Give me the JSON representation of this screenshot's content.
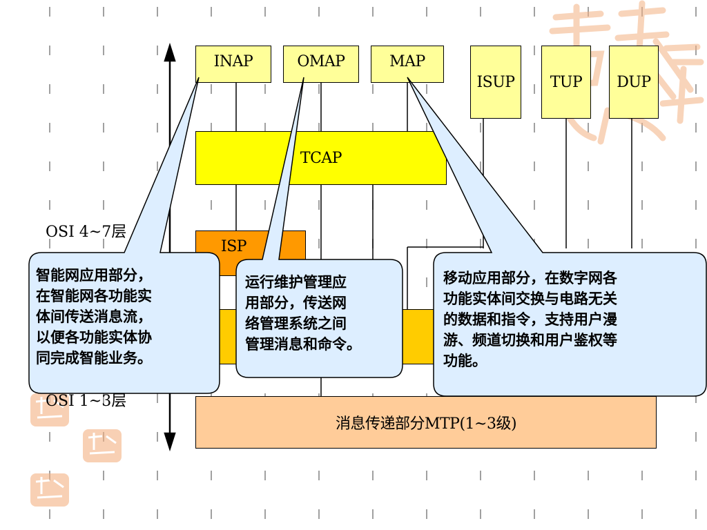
{
  "protocol_boxes": {
    "inap": "INAP",
    "omap": "OMAP",
    "map": "MAP",
    "isup": "ISUP",
    "tup": "TUP",
    "dup": "DUP",
    "tcap": "TCAP",
    "isp": "ISP",
    "mtp": "消息传递部分MTP(1~3级)"
  },
  "layers": {
    "upper": "OSI 4~7层",
    "lower": "OSI 1~3层"
  },
  "callouts": {
    "inap": [
      "智能网应用部分，",
      "在智能网各功能实",
      "体间传送消息流，",
      "以便各功能实体协",
      "同完成智能业务。"
    ],
    "omap": [
      "运行维护管理应",
      "用部分，传送网",
      "络管理系统之间",
      "管理消息和命令。"
    ],
    "map": [
      "移动应用部分，在数字网各",
      "功能实体间交换与电路无关",
      "的数据和指令，支持用户漫",
      "游、频道切换和用户鉴权等",
      "功能。"
    ]
  },
  "colors": {
    "top_box": "#ffff99",
    "tcap": "#ffff00",
    "isp": "#ff9900",
    "sccp": "#ffcc00",
    "mtp": "#ffcc99",
    "callout": "#ddeeff",
    "watermark": "#f4b183"
  },
  "watermark": "吉祥如意"
}
